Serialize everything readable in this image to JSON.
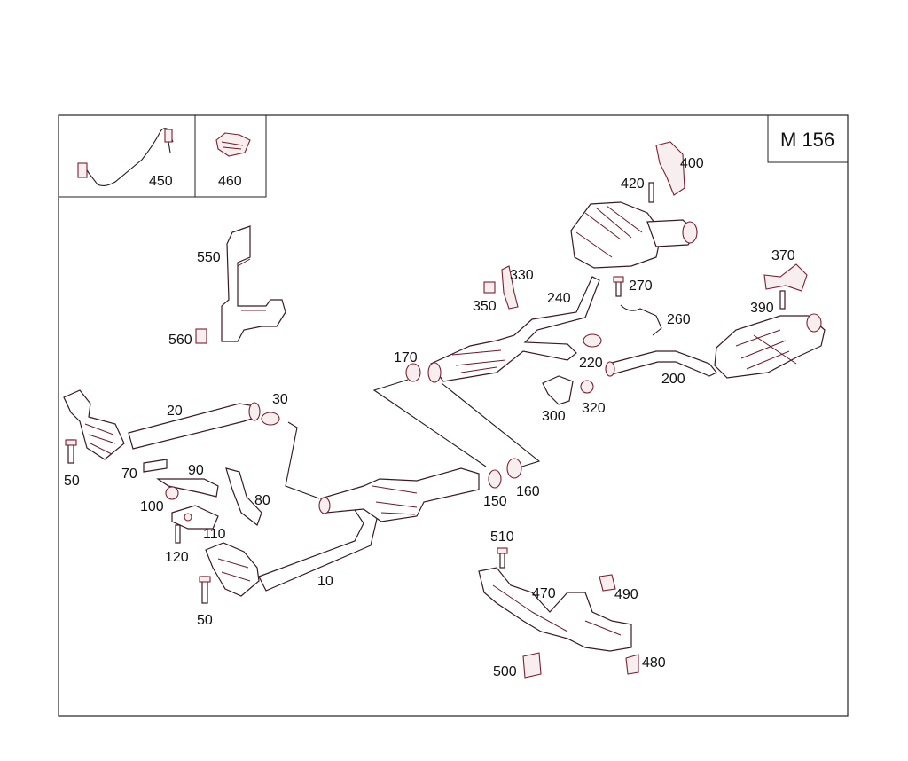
{
  "diagram": {
    "model_code": "M 156",
    "inset_labels": [
      "450",
      "460"
    ],
    "part_labels": {
      "p10": "10",
      "p20": "20",
      "p30": "30",
      "p50a": "50",
      "p50b": "50",
      "p70": "70",
      "p80": "80",
      "p90": "90",
      "p100": "100",
      "p110": "110",
      "p120": "120",
      "p150": "150",
      "p160": "160",
      "p170": "170",
      "p200": "200",
      "p220": "220",
      "p240": "240",
      "p260": "260",
      "p270": "270",
      "p300": "300",
      "p320": "320",
      "p330": "330",
      "p350": "350",
      "p370": "370",
      "p390": "390",
      "p400": "400",
      "p420": "420",
      "p470": "470",
      "p480": "480",
      "p490": "490",
      "p500": "500",
      "p510": "510",
      "p550": "550",
      "p560": "560"
    },
    "colors": {
      "line": "#2a1a1a",
      "accent": "#7a2030"
    }
  }
}
